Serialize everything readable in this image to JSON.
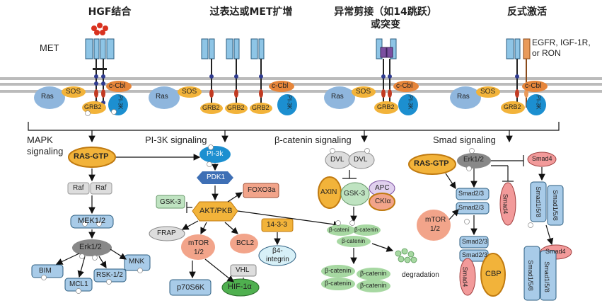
{
  "headers": {
    "h1": "HGF结合",
    "h2": "过表达或MET扩增",
    "h3": "异常剪接（如14跳跃）",
    "h3b": "或突变",
    "h4": "反式激活"
  },
  "labels": {
    "met": "MET",
    "rtk_line1": "EGFR, IGF-1R,",
    "rtk_line2": "or RON",
    "ras": "Ras",
    "sos": "SOS",
    "grb2": "GRB2",
    "ccbl": "c-Cbl",
    "pi3k": "PI-3K",
    "p": "p"
  },
  "pathways": {
    "mapk_line1": "MAPK",
    "mapk_line2": "signaling",
    "pi3k": "PI-3K signaling",
    "bcat": "β-catenin signaling",
    "smad": "Smad signaling"
  },
  "mapk": {
    "ras_gtp": "RAS-GTP",
    "raf": "Raf",
    "mek": "MEK1/2",
    "erk": "Erk1/2",
    "bim": "BIM",
    "mcl1": "MCL1",
    "rsk": "RSK-1/2",
    "mnk": "MNK"
  },
  "pi3k": {
    "pi3k": "PI-3k",
    "pdk1": "PDK1",
    "foxo3a": "FOXO3a",
    "gsk3": "GSK-3",
    "akt": "AKT/PKB",
    "frap": "FRAP",
    "mtor_line1": "mTOR",
    "mtor_line2": "1/2",
    "bcl2": "BCL2",
    "vhl": "VHL",
    "p70s6k": "p70S6K",
    "hif": "HIF-1α",
    "p1433": "14-3-3",
    "b4_line1": "β4-",
    "b4_line2": "integrin"
  },
  "bcat": {
    "dvl": "DVL",
    "axin": "AXIN",
    "gsk3": "GSK-3",
    "apc": "APC",
    "cki": "CKIα",
    "bcatenin": "β-catenin",
    "bcatenin_short": "β-cateni",
    "degradation": "degradation"
  },
  "smad": {
    "ras_gtp": "RAS-GTP",
    "erk": "Erk1/2",
    "smad4": "Smad4",
    "smad23": "Smad2/3",
    "smad158": "Smad1/5/8",
    "mtor_line1": "mTOR",
    "mtor_line2": "1/2",
    "cbp": "CBP"
  }
}
